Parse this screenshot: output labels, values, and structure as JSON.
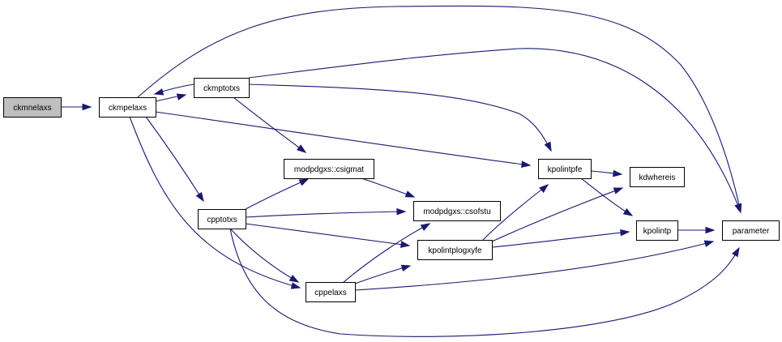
{
  "graph": {
    "nodes": {
      "ckmnelaxs": {
        "label": "ckmnelaxs",
        "highlighted": true
      },
      "ckmpelaxs": {
        "label": "ckmpelaxs"
      },
      "ckmptotxs": {
        "label": "ckmptotxs"
      },
      "cpptotxs": {
        "label": "cpptotxs"
      },
      "csigmat": {
        "label": "modpdgxs::csigmat"
      },
      "csofstu": {
        "label": "modpdgxs::csofstu"
      },
      "kpolintpfe": {
        "label": "kpolintpfe"
      },
      "kpolintplogxyfe": {
        "label": "kpolintplogxyfe"
      },
      "cppelaxs": {
        "label": "cppelaxs"
      },
      "kdwhereis": {
        "label": "kdwhereis"
      },
      "kpolintp": {
        "label": "kpolintp"
      },
      "parameter": {
        "label": "parameter"
      }
    },
    "edges": [
      {
        "from": "ckmnelaxs",
        "to": "ckmpelaxs"
      },
      {
        "from": "ckmpelaxs",
        "to": "ckmptotxs"
      },
      {
        "from": "ckmptotxs",
        "to": "ckmpelaxs"
      },
      {
        "from": "ckmpelaxs",
        "to": "cpptotxs"
      },
      {
        "from": "ckmpelaxs",
        "to": "kpolintpfe"
      },
      {
        "from": "ckmpelaxs",
        "to": "cppelaxs"
      },
      {
        "from": "ckmpelaxs",
        "to": "parameter"
      },
      {
        "from": "ckmptotxs",
        "to": "csigmat"
      },
      {
        "from": "ckmptotxs",
        "to": "kpolintpfe"
      },
      {
        "from": "ckmptotxs",
        "to": "parameter"
      },
      {
        "from": "cpptotxs",
        "to": "csigmat"
      },
      {
        "from": "cpptotxs",
        "to": "csofstu"
      },
      {
        "from": "cpptotxs",
        "to": "kpolintplogxyfe"
      },
      {
        "from": "cpptotxs",
        "to": "cppelaxs"
      },
      {
        "from": "cpptotxs",
        "to": "parameter"
      },
      {
        "from": "csigmat",
        "to": "csofstu"
      },
      {
        "from": "cppelaxs",
        "to": "csofstu"
      },
      {
        "from": "cppelaxs",
        "to": "kpolintplogxyfe"
      },
      {
        "from": "cppelaxs",
        "to": "parameter"
      },
      {
        "from": "kpolintplogxyfe",
        "to": "kpolintpfe"
      },
      {
        "from": "kpolintplogxyfe",
        "to": "kdwhereis"
      },
      {
        "from": "kpolintplogxyfe",
        "to": "kpolintp"
      },
      {
        "from": "kpolintpfe",
        "to": "kdwhereis"
      },
      {
        "from": "kpolintpfe",
        "to": "kpolintp"
      },
      {
        "from": "kpolintp",
        "to": "parameter"
      }
    ]
  },
  "colors": {
    "edge": "#191970",
    "node_fill": "#ffffff",
    "highlight_fill": "#bfbfbf",
    "border": "#000000"
  }
}
